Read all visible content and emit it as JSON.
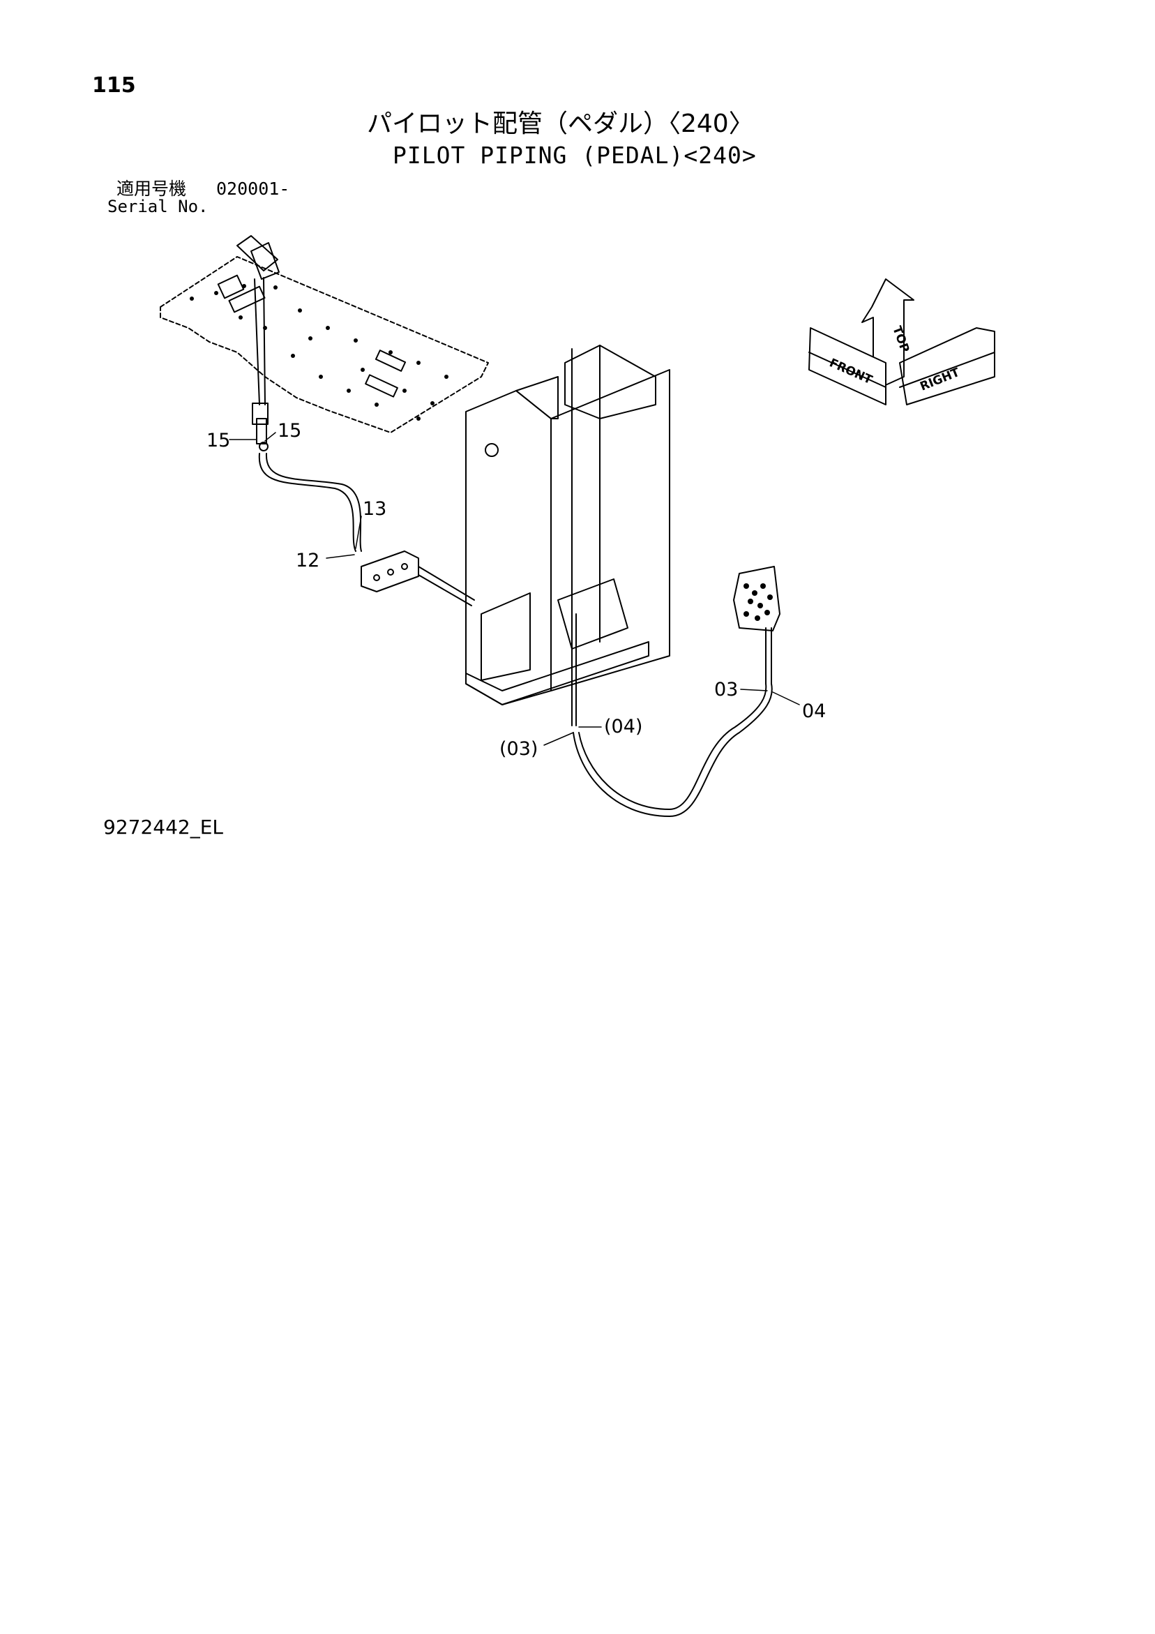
{
  "header": {
    "page_number": "115",
    "title_ja": "パイロット配管（ペダル）〈240〉",
    "title_en": "PILOT PIPING (PEDAL)<240>",
    "serial_label_ja": "適用号機",
    "serial_range": "020001-",
    "serial_label_en": "Serial No."
  },
  "callouts": [
    {
      "id": "c15a",
      "label": "15"
    },
    {
      "id": "c15b",
      "label": "15"
    },
    {
      "id": "c13",
      "label": "13"
    },
    {
      "id": "c12",
      "label": "12"
    },
    {
      "id": "c03",
      "label": "03"
    },
    {
      "id": "c04",
      "label": "04"
    },
    {
      "id": "c04p",
      "label": "(04)"
    },
    {
      "id": "c03p",
      "label": "(03)"
    }
  ],
  "orientation": {
    "top": "TOP",
    "front": "FRONT",
    "right": "RIGHT"
  },
  "footer": {
    "drawing_id": "9272442_EL"
  }
}
